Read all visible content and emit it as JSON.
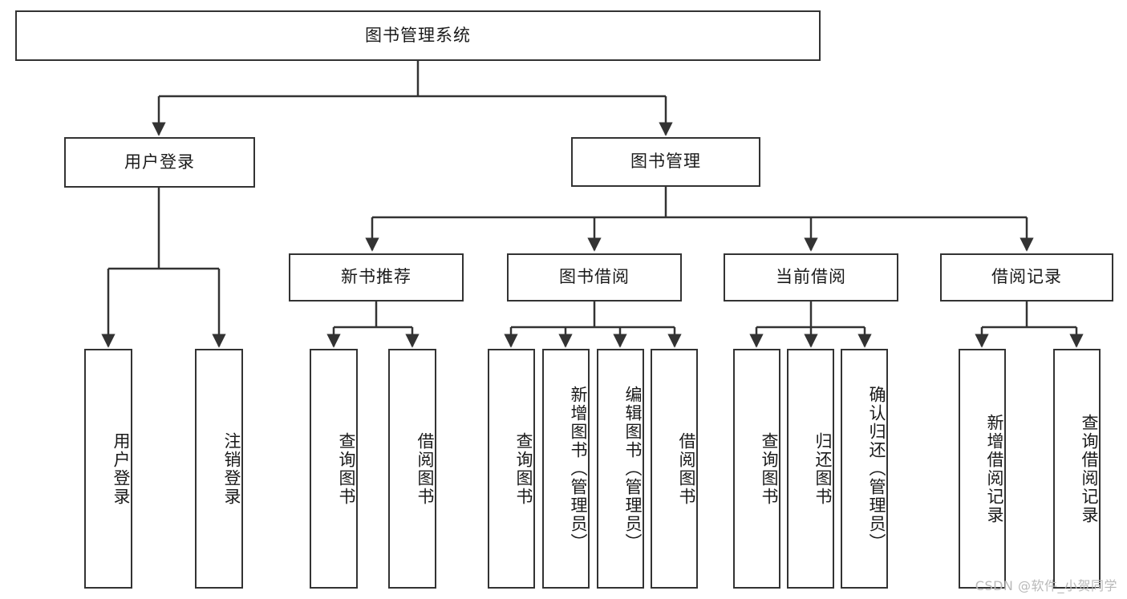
{
  "diagram": {
    "title": "图书管理系统",
    "type": "tree",
    "root": {
      "label": "图书管理系统"
    },
    "level2": [
      {
        "label": "用户登录"
      },
      {
        "label": "图书管理"
      }
    ],
    "level3": [
      {
        "label": "新书推荐"
      },
      {
        "label": "图书借阅"
      },
      {
        "label": "当前借阅"
      },
      {
        "label": "借阅记录"
      }
    ],
    "leaves": {
      "user_login": [
        {
          "label": "用户登录"
        },
        {
          "label": "注销登录"
        }
      ],
      "new_book_recommend": [
        {
          "label": "查询图书"
        },
        {
          "label": "借阅图书"
        }
      ],
      "book_borrow": [
        {
          "label": "查询图书"
        },
        {
          "label": "新增图书（管理员）"
        },
        {
          "label": "编辑图书（管理员）"
        },
        {
          "label": "借阅图书"
        }
      ],
      "current_borrow": [
        {
          "label": "查询图书"
        },
        {
          "label": "归还图书"
        },
        {
          "label": "确认归还（管理员）"
        }
      ],
      "borrow_record": [
        {
          "label": "新增借阅记录"
        },
        {
          "label": "查询借阅记录"
        }
      ]
    }
  },
  "watermark": {
    "text": "CSDN @软件_小贺同学"
  },
  "colors": {
    "border": "#333333",
    "background": "#ffffff",
    "text": "#1a1a1a",
    "watermark": "#b9b9b9"
  }
}
